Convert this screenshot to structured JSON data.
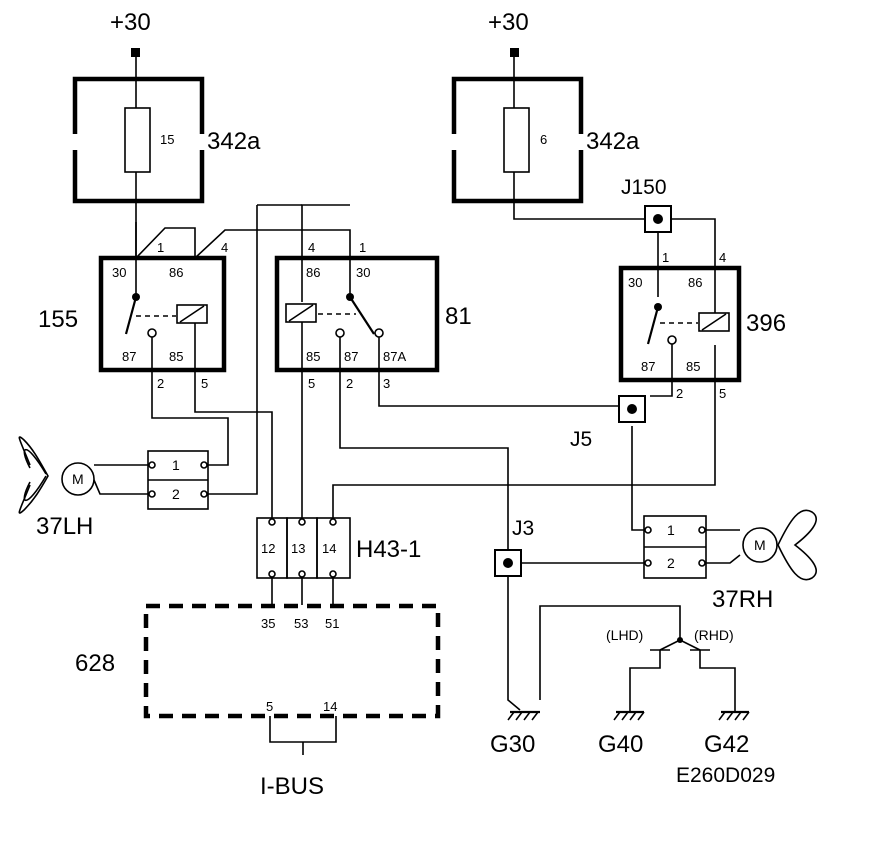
{
  "supply": {
    "left": "+30",
    "right": "+30"
  },
  "fuse_box_left": {
    "label": "342a",
    "fuse": "15"
  },
  "fuse_box_right": {
    "label": "342a",
    "fuse": "6"
  },
  "relay_155": {
    "label": "155",
    "p1": "1",
    "p4": "4",
    "p30": "30",
    "p86": "86",
    "p87": "87",
    "p85": "85",
    "p2": "2",
    "p5": "5"
  },
  "relay_81": {
    "label": "81",
    "p4": "4",
    "p1": "1",
    "p86": "86",
    "p30": "30",
    "p85": "85",
    "p87": "87",
    "p87a": "87A",
    "p5": "5",
    "p2": "2",
    "p3": "3"
  },
  "relay_396": {
    "label": "396",
    "p1": "1",
    "p4": "4",
    "p30": "30",
    "p86": "86",
    "p87": "87",
    "p85": "85",
    "p2": "2",
    "p5": "5"
  },
  "junctions": {
    "j150": "J150",
    "j5": "J5",
    "j3": "J3"
  },
  "fan_left": {
    "label": "37LH",
    "motor": "M",
    "p1": "1",
    "p2": "2"
  },
  "fan_right": {
    "label": "37RH",
    "motor": "M",
    "p1": "1",
    "p2": "2"
  },
  "connector_h43": {
    "label": "H43-1",
    "p12": "12",
    "p13": "13",
    "p14": "14"
  },
  "module_628": {
    "label": "628",
    "p35": "35",
    "p53": "53",
    "p51": "51",
    "p5": "5",
    "p14": "14"
  },
  "ibus": "I-BUS",
  "grounds": {
    "g30": "G30",
    "g40": "G40",
    "g42": "G42"
  },
  "variants": {
    "lhd": "(LHD)",
    "rhd": "(RHD)"
  },
  "diagram_code": "E260D029"
}
